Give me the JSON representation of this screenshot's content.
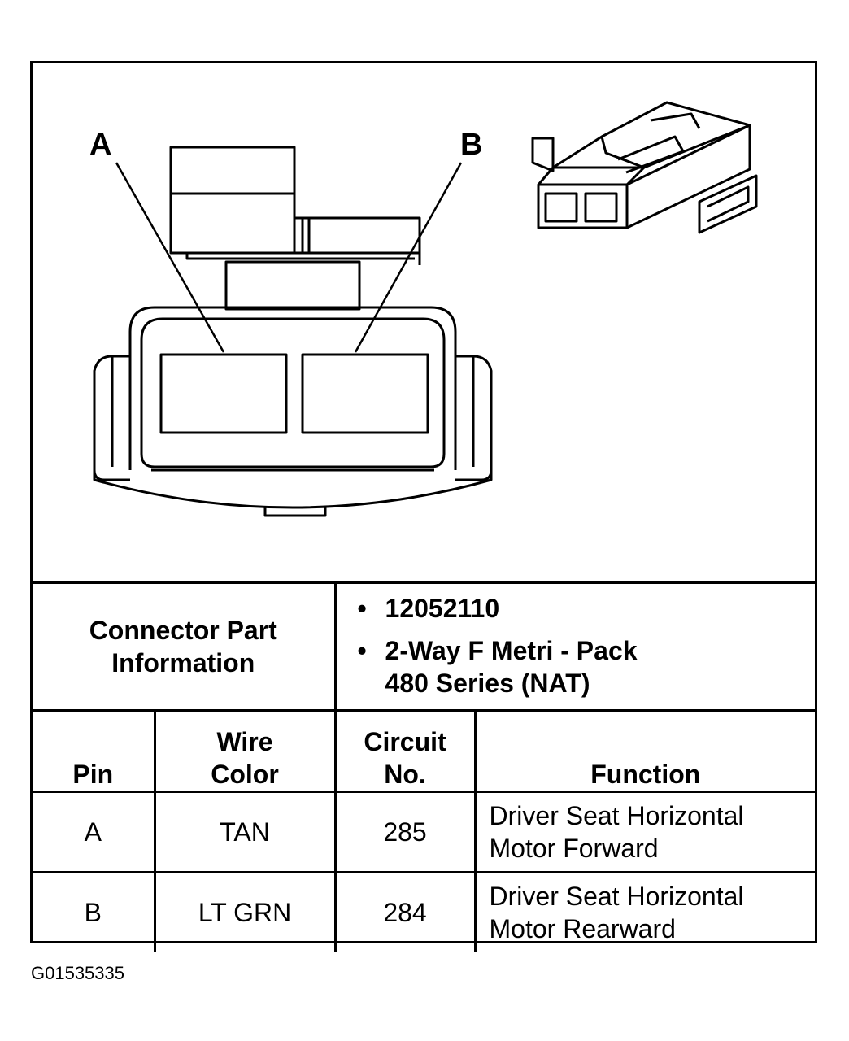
{
  "diagram": {
    "label_a": "A",
    "label_b": "B"
  },
  "connector_info": {
    "label_line1": "Connector Part",
    "label_line2": "Information",
    "items": [
      {
        "bullet": "•",
        "line1": "12052110",
        "line2": ""
      },
      {
        "bullet": "•",
        "line1": "2-Way F Metri - Pack",
        "line2": "480 Series (NAT)"
      }
    ]
  },
  "table": {
    "headers": {
      "pin": [
        "Pin"
      ],
      "wire_color": [
        "Wire",
        "Color"
      ],
      "circuit_no": [
        "Circuit",
        "No."
      ],
      "function": [
        "Function"
      ]
    },
    "rows": [
      {
        "pin": "A",
        "wire_color": "TAN",
        "circuit": "285",
        "function_line1": "Driver Seat Horizontal",
        "function_line2": "Motor Forward"
      },
      {
        "pin": "B",
        "wire_color": "LT GRN",
        "circuit": "284",
        "function_line1": "Driver Seat Horizontal",
        "function_line2": "Motor Rearward"
      }
    ]
  },
  "footer": {
    "code": "G01535335"
  }
}
